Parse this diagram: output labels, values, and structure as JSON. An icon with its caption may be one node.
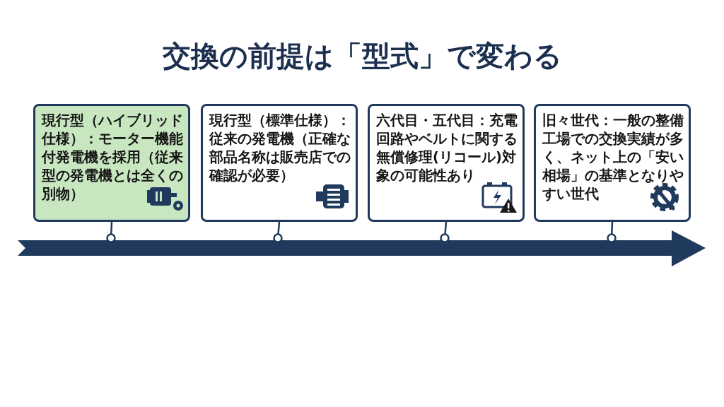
{
  "diagram": {
    "title": "交換の前提は「型式」で変わる",
    "nodes": [
      {
        "text": [
          "現行型（ハイブリッド仕様）：モーター機能付発電機を採用（従来型の発電機とは全くの別物）"
        ]
      },
      {
        "text": [
          "現行型（標準仕様）：従来の発電機（正確な部品名称は販売店での確認が必要）"
        ]
      },
      {
        "text": [
          "六代目・五代目：充電回路やベルトに関する無償修理(リコール)対象の可能性あり"
        ]
      },
      {
        "text": [
          "旧々世代：一般の整備工場での交換実績が多く、ネット上の「安い相場」の基準となりやすい世代"
        ]
      },
      {
        "text": [],
        "shape": "arrow"
      }
    ],
    "edges": [
      {
        "from": 0,
        "to": 4,
        "arrow": "other"
      },
      {
        "from": 1,
        "to": 4,
        "arrow": "other"
      },
      {
        "from": 2,
        "to": 4,
        "arrow": "other"
      },
      {
        "from": 3,
        "to": 4,
        "arrow": "other"
      }
    ]
  }
}
